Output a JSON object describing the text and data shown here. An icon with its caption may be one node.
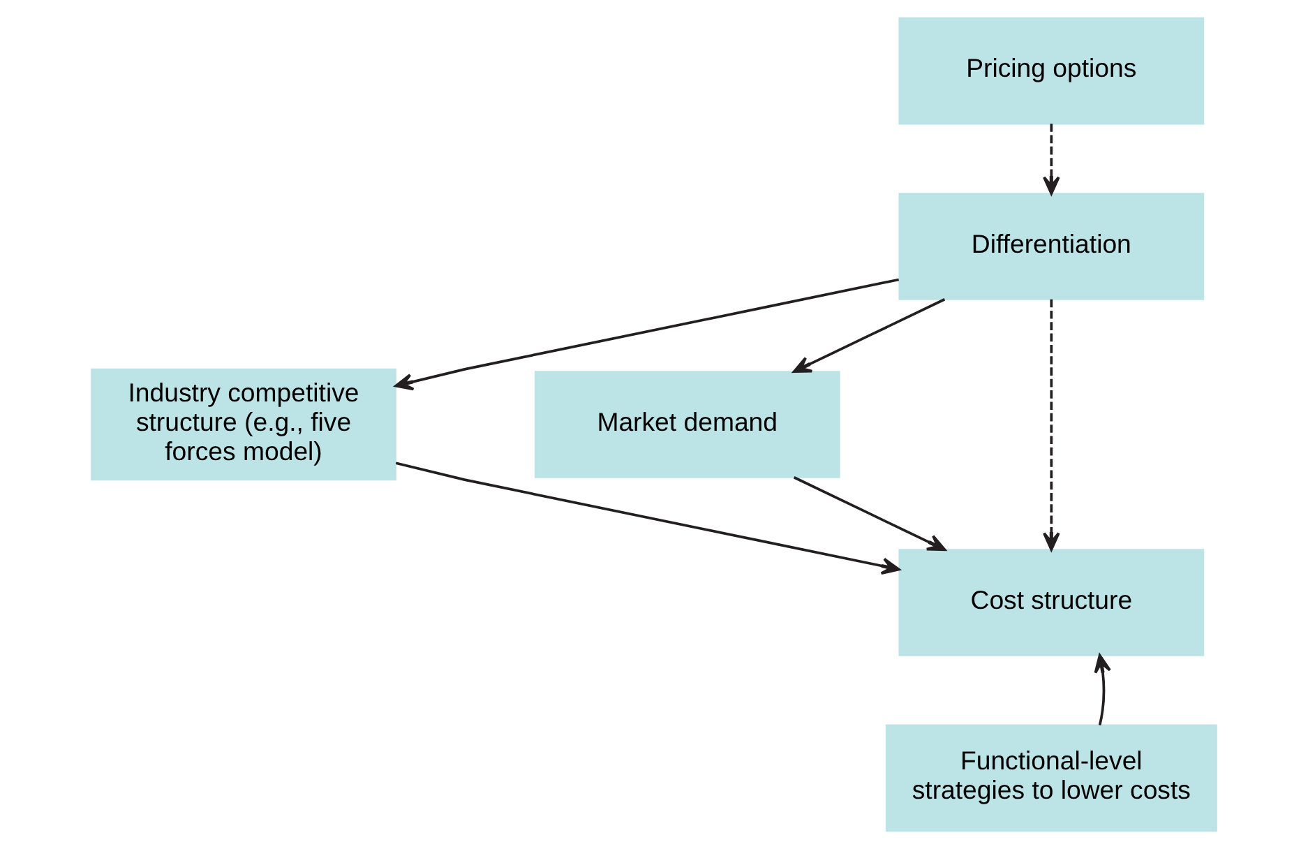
{
  "diagram": {
    "nodes": [
      {
        "text": [
          "Pricing options"
        ]
      },
      {
        "text": [
          "Differentiation"
        ]
      },
      {
        "text": [
          "Industry competitive structure (e.g., five forces model)"
        ]
      },
      {
        "text": [
          "Market demand"
        ]
      },
      {
        "text": [
          "Cost structure"
        ]
      },
      {
        "text": [
          "Functional-level strategies to lower costs"
        ]
      }
    ],
    "edges": [
      {
        "from": 0,
        "to": 1,
        "arrow": "to",
        "style": "dashed"
      },
      {
        "from": 1,
        "to": 2,
        "arrow": "to"
      },
      {
        "from": 1,
        "to": 3,
        "arrow": "to"
      },
      {
        "from": 1,
        "to": 4,
        "arrow": "to",
        "style": "dashed"
      },
      {
        "from": 2,
        "to": 4,
        "arrow": "to"
      },
      {
        "from": 3,
        "to": 4,
        "arrow": "to"
      },
      {
        "from": 5,
        "to": 4,
        "arrow": "to"
      }
    ]
  }
}
